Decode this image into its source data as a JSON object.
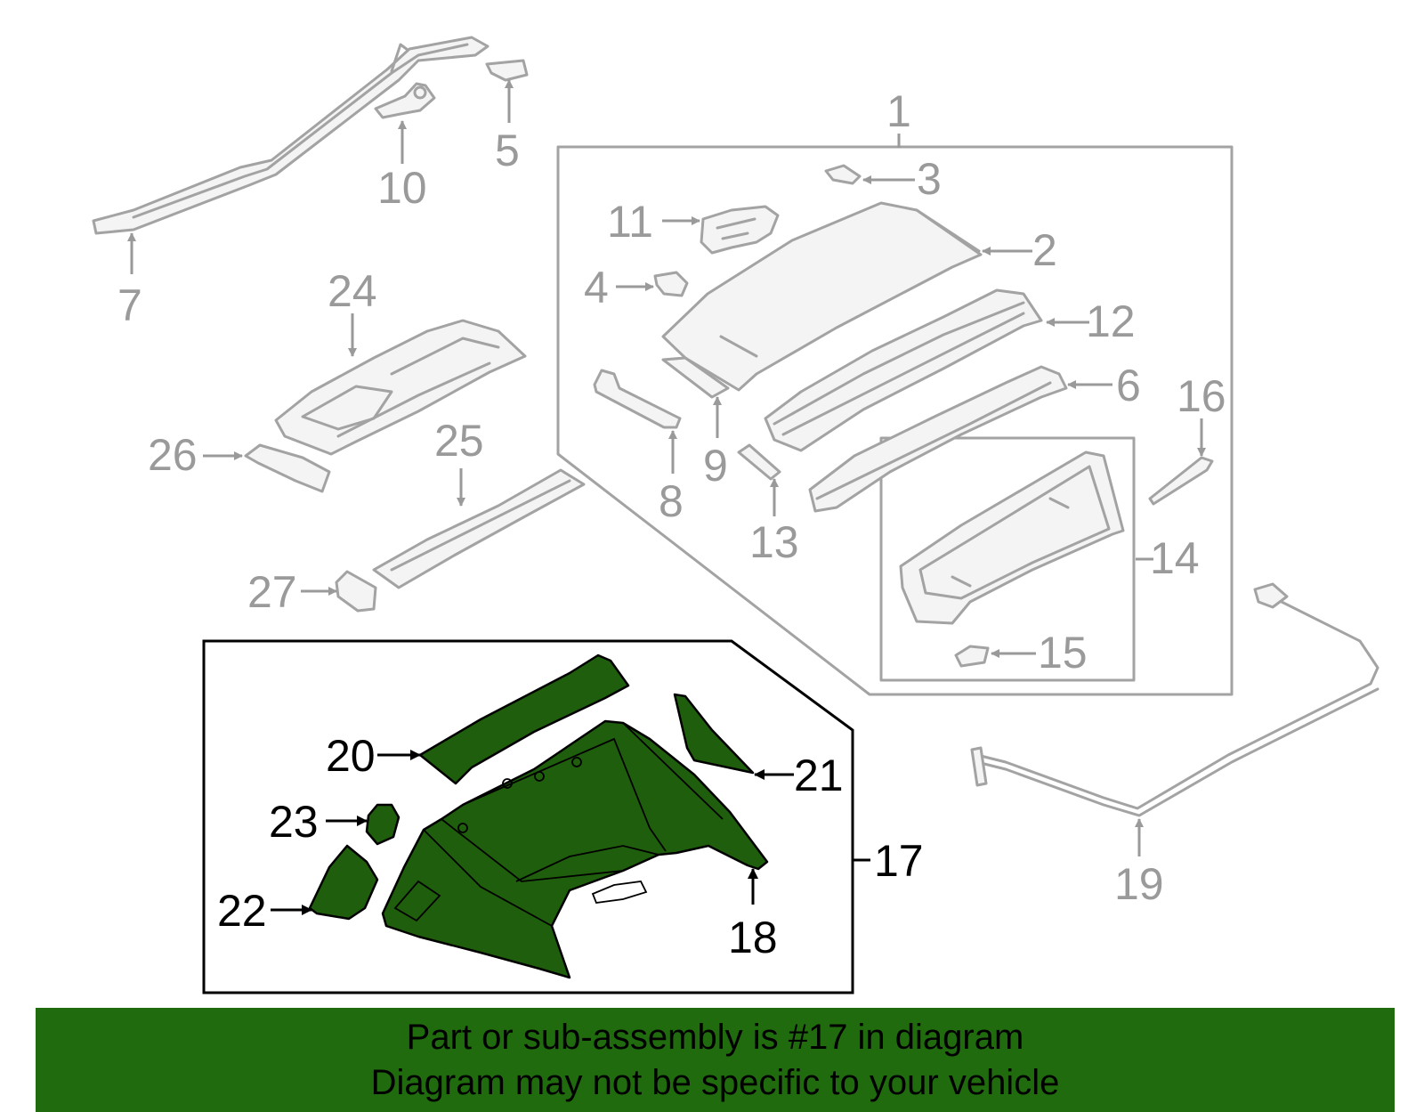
{
  "callouts": {
    "c1": "1",
    "c2": "2",
    "c3": "3",
    "c4": "4",
    "c5": "5",
    "c6": "6",
    "c7": "7",
    "c8": "8",
    "c9": "9",
    "c10": "10",
    "c11": "11",
    "c12": "12",
    "c13": "13",
    "c14": "14",
    "c15": "15",
    "c16": "16",
    "c17": "17",
    "c18": "18",
    "c19": "19",
    "c20": "20",
    "c21": "21",
    "c22": "22",
    "c23": "23",
    "c24": "24",
    "c25": "25",
    "c26": "26",
    "c27": "27"
  },
  "banner": {
    "line1": "Part or sub-assembly is #17 in diagram",
    "line2": "Diagram may not be specific to your vehicle"
  },
  "colors": {
    "highlight": "#1f5e0c",
    "banner": "#206b0e",
    "part_lines": "#a3a3a3",
    "callout_gray": "#9a9a9a"
  }
}
